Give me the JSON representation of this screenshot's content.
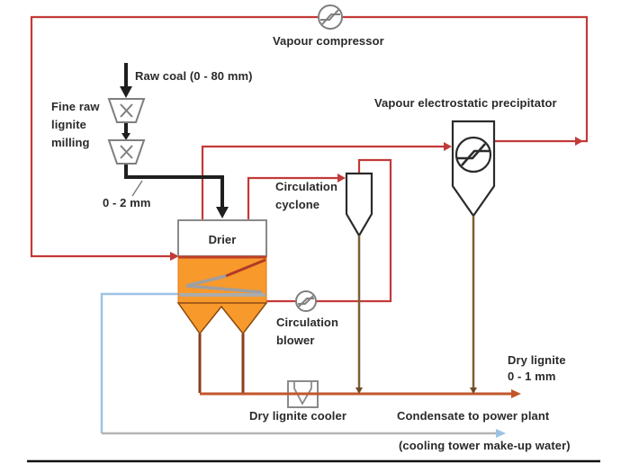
{
  "diagram": {
    "labels": {
      "vapour_compressor": "Vapour compressor",
      "raw_coal_feed": "Raw coal (0 - 80 mm)",
      "milling": "Fine raw\nlignite\nmilling",
      "milled_size": "0 - 2 mm",
      "vapour_esp": "Vapour electrostatic precipitator",
      "circulation_cyclone": "Circulation\ncyclone",
      "drier": "Drier",
      "circulation_blower": "Circulation\nblower",
      "dry_lignite_out": "Dry lignite\n0 - 1 mm",
      "dry_lignite_cooler": "Dry lignite cooler",
      "condensate_out": "Condensate to power plant",
      "condensate_note": "(cooling tower make-up water)"
    },
    "colors": {
      "vapour_pipe": "#C23A38",
      "coal_pipe": "#1F1F1F",
      "fluidized_bed": "#F8992B",
      "bed_top_border": "#C04028",
      "coil_red": "#B03A28",
      "coil_gray": "#9F9F9F",
      "distributor_gray": "#ABABAB",
      "hopper_pipe": "#8C3D20",
      "dry_lignite_pipe": "#C2562B",
      "solids_pipe": "#7D5F33",
      "junction_brown": "#6E4A22",
      "cooling_water_pipe": "#9CC3E5",
      "condensate_pipe": "#B5B5B5",
      "equipment_outline": "#2B2B2B",
      "icon_outline": "#7F7F7F",
      "cone_edge": "#8A4A12",
      "rule": "#111111"
    }
  }
}
